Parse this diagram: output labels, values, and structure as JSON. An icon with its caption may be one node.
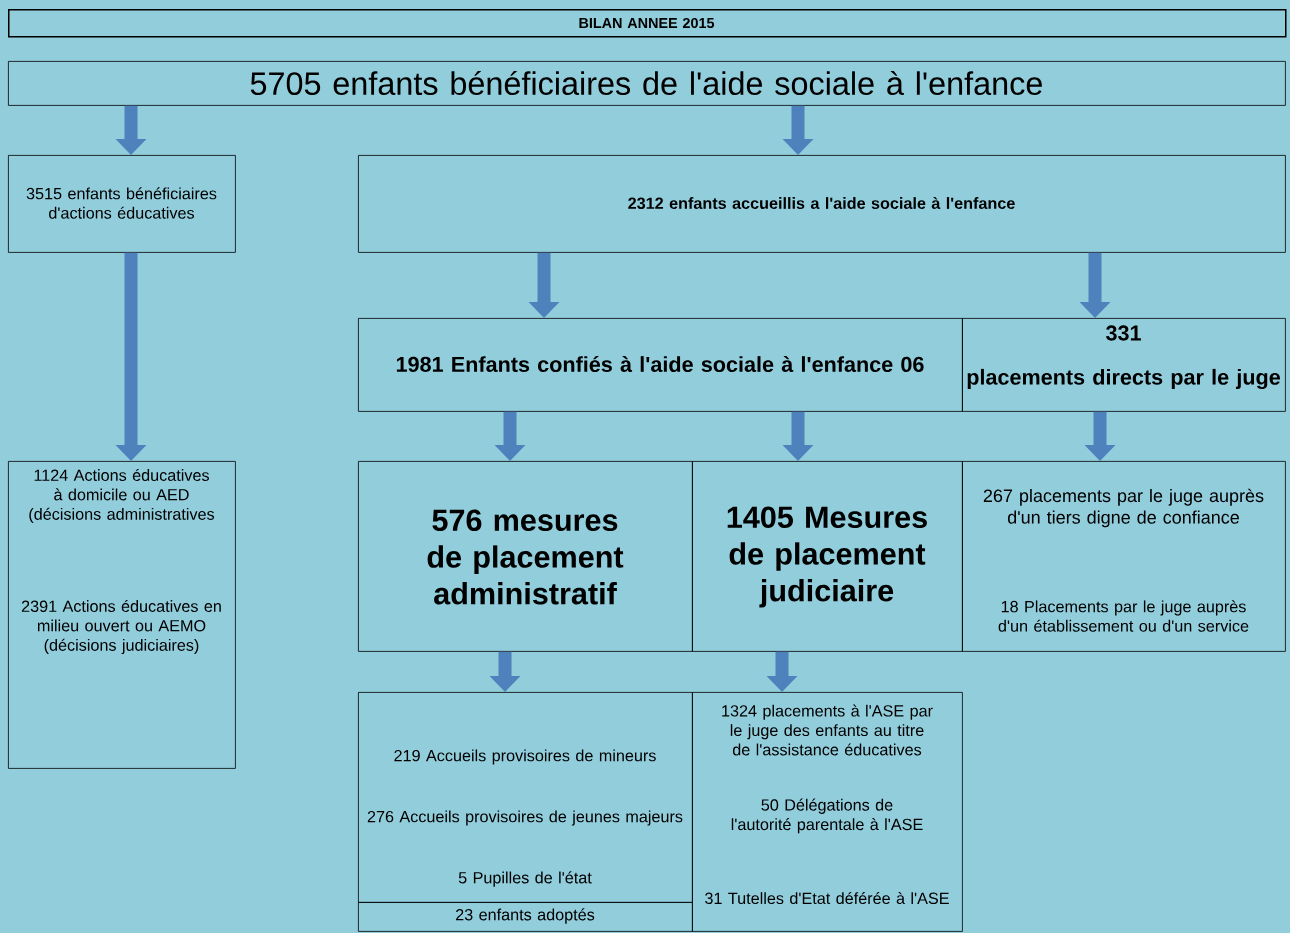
{
  "diagram": {
    "nodes": [
      {
        "text": [
          "BILAN ANNEE 2015"
        ]
      },
      {
        "text": [
          "5705 enfants bénéficiaires de l'aide sociale à l'enfance"
        ]
      },
      {
        "text": [
          "3515 enfants bénéficiaires d'actions éducatives"
        ]
      },
      {
        "text": [
          "2312 enfants accueillis a l'aide sociale à l'enfance"
        ]
      },
      {
        "text": [
          "1981 Enfants confiés à l'aide sociale à l'enfance 06"
        ]
      },
      {
        "text": [
          "331",
          "placements directs par le juge"
        ]
      },
      {
        "text": [
          "1124 Actions éducatives à domicile ou AED (décisions administratives",
          "2391 Actions éducatives en milieu ouvert ou AEMO (décisions judiciaires)"
        ]
      },
      {
        "text": [
          "576 mesures de placement administratif"
        ]
      },
      {
        "text": [
          "1405 Mesures de placement judiciaire"
        ]
      },
      {
        "text": [
          "267 placements par le juge auprès d'un tiers digne de confiance",
          "18 Placements par le juge auprès d'un établissement ou d'un service"
        ]
      },
      {
        "text": [
          "219 Accueils provisoires de mineurs",
          "276 Accueils provisoires de jeunes majeurs",
          "5 Pupilles de l'état"
        ]
      },
      {
        "text": [
          "23 enfants adoptés"
        ]
      },
      {
        "text": [
          "1324 placements à l'ASE par le juge des enfants au titre de l'assistance éducatives",
          "50 Délégations de l'autorité parentale à l'ASE",
          "31 Tutelles d'Etat déférée à l'ASE"
        ]
      }
    ],
    "edges": [
      {
        "from": 1,
        "to": 2,
        "arrow": "to"
      },
      {
        "from": 1,
        "to": 3,
        "arrow": "to"
      },
      {
        "from": 3,
        "to": 4,
        "arrow": "to"
      },
      {
        "from": 3,
        "to": 5,
        "arrow": "to"
      },
      {
        "from": 2,
        "to": 6,
        "arrow": "to"
      },
      {
        "from": 4,
        "to": 7,
        "arrow": "to"
      },
      {
        "from": 4,
        "to": 8,
        "arrow": "to"
      },
      {
        "from": 5,
        "to": 9,
        "arrow": "to"
      },
      {
        "from": 7,
        "to": 10,
        "arrow": "to"
      },
      {
        "from": 8,
        "to": 12,
        "arrow": "to"
      }
    ]
  }
}
